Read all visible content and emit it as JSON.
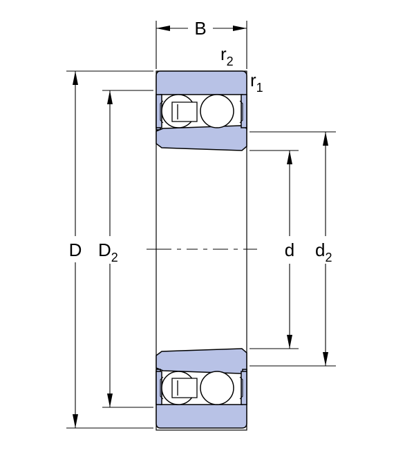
{
  "labels": {
    "B": "B",
    "r2": {
      "base": "r",
      "sub": "2"
    },
    "r1": {
      "base": "r",
      "sub": "1"
    },
    "D": "D",
    "D2": {
      "base": "D",
      "sub": "2"
    },
    "d": "d",
    "d2": {
      "base": "d",
      "sub": "2"
    }
  },
  "colors": {
    "ring_fill": "#b8c2e6",
    "stroke": "#000000",
    "background": "#ffffff"
  }
}
